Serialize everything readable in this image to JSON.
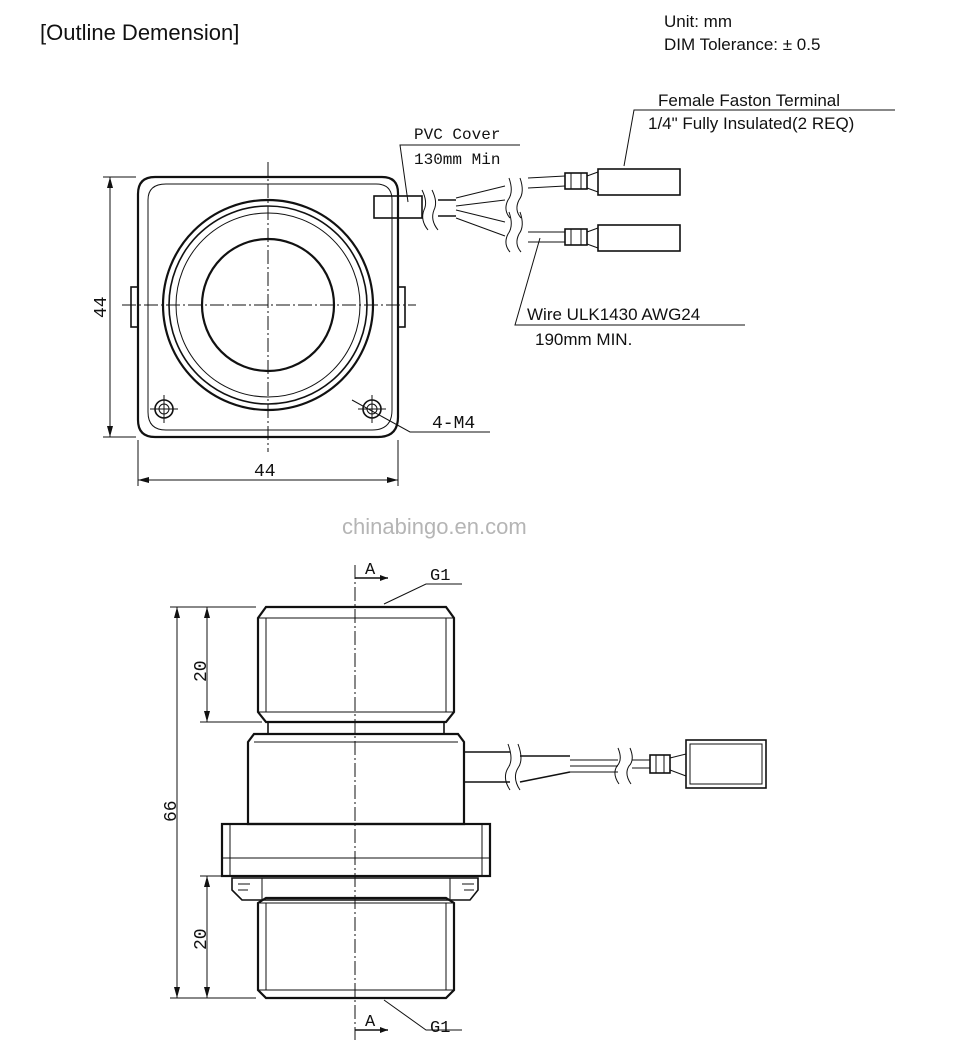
{
  "title": "[Outline Demension]",
  "units": {
    "unit_label": "Unit:  mm",
    "tolerance_label": "DIM Tolerance: ± 0.5"
  },
  "top_view": {
    "dim_width": "44",
    "dim_height": "44",
    "hole_label": "4-M4",
    "pvc_cover_label": "PVC Cover",
    "pvc_cover_length": "130mm Min",
    "terminal_label_1": "Female Faston Terminal",
    "terminal_label_2": "1/4\" Fully Insulated(2 REQ)",
    "wire_label_1": "Wire ULK1430 AWG24",
    "wire_label_2": "190mm MIN."
  },
  "watermark": "chinabingo.en.com",
  "side_view": {
    "section_label_top": "A",
    "thread_label_top": "G1",
    "section_label_bottom": "A",
    "thread_label_bottom": "G1",
    "dim_total": "66",
    "dim_upper": "20",
    "dim_lower": "20"
  }
}
